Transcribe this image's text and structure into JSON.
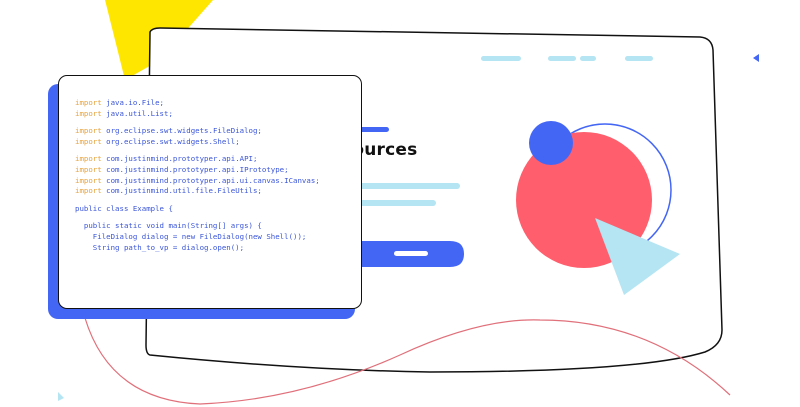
{
  "illustration": {
    "heading_text": "sources",
    "colors": {
      "yellow": "#ffe600",
      "blue": "#4466f5",
      "coral": "#ff5f6d",
      "light_blue": "#b5e4f3",
      "outline": "#111111"
    }
  },
  "code_window": {
    "lines": [
      {
        "kw": "import",
        "text": " java.io.File;"
      },
      {
        "kw": "import",
        "text": " java.util.List;"
      },
      {
        "blank": true
      },
      {
        "kw": "import",
        "text": " org.eclipse.swt.widgets.FileDialog;"
      },
      {
        "kw": "import",
        "text": " org.eclipse.swt.widgets.Shell;"
      },
      {
        "blank": true
      },
      {
        "kw": "import",
        "text": " com.justinmind.prototyper.api.API;"
      },
      {
        "kw": "import",
        "text": " com.justinmind.prototyper.api.IPrototype;"
      },
      {
        "kw": "import",
        "text": " com.justinmind.prototyper.api.ui.canvas.ICanvas;"
      },
      {
        "kw": "import",
        "text": " com.justinmind.util.file.FileUtils;"
      },
      {
        "blank": true
      },
      {
        "kw": "",
        "text": "public class Example {"
      },
      {
        "blank": true
      },
      {
        "kw": "",
        "text": "  public static void main(String[] args) {"
      },
      {
        "kw": "",
        "text": "    FileDialog dialog = new FileDialog(new Shell());"
      },
      {
        "kw": "",
        "text": "    String path_to_vp = dialog.open();"
      }
    ]
  }
}
